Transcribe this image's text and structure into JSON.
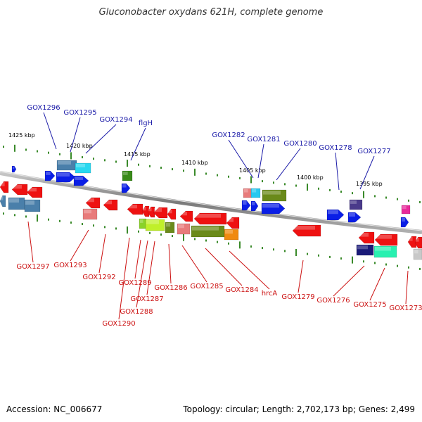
{
  "title": "Gluconobacter oxydans 621H, complete genome",
  "footer": {
    "accession": "Accession: NC_006677",
    "summary": "Topology: circular; Length: 2,702,173 bp; Genes: 2,499"
  },
  "colors": {
    "top_label": "#1a1aa8",
    "bottom_label": "#cc1111",
    "backbone": "#8a8a8a"
  },
  "scale_labels": [
    "1425 kbp",
    "1420 kbp",
    "1415 kbp",
    "1410 kbp",
    "1405 kbp",
    "1400 kbp",
    "1395 kbp"
  ],
  "top_labels": [
    "GOX1296",
    "GOX1295",
    "GOX1294",
    "flgH",
    "GOX1282",
    "GOX1281",
    "GOX1280",
    "GOX1278",
    "GOX1277"
  ],
  "bottom_labels": [
    "GOX1297",
    "GOX1293",
    "GOX1292",
    "GOX1289",
    "GOX1286",
    "GOX1285",
    "GOX1284",
    "hrcA",
    "GOX1279",
    "GOX1276",
    "GOX1275",
    "GOX1273",
    "GOX1287",
    "GOX1288",
    "GOX1290"
  ]
}
